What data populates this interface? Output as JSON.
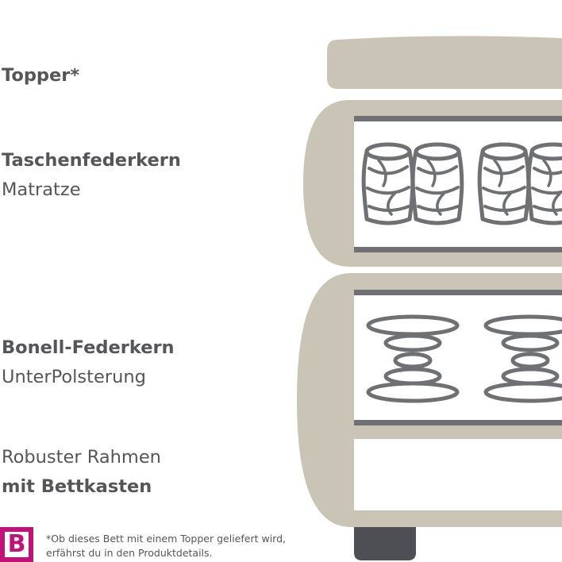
{
  "labels": {
    "topper": "Topper*",
    "taschen_title": "Taschenfederkern",
    "taschen_sub": "Matratze",
    "bonell_title": "Bonell-Federkern",
    "bonell_sub": "UnterPolsterung",
    "rahmen_line1": "Robuster Rahmen",
    "rahmen_line2": "mit Bettkasten"
  },
  "footnote": {
    "line1": "*Ob dieses Bett mit einem Topper geliefert wird,",
    "line2": "erfährst du in den Produktdetails."
  },
  "logo": {
    "letter": "B"
  },
  "colors": {
    "text": "#55565a",
    "frame": "#c9c4b6",
    "spring": "#6f7073",
    "foot": "#4d4f55",
    "logo": "#c2127a"
  },
  "icons": [
    "pocket-spring-icon",
    "bonell-spring-icon",
    "bed-foot-icon",
    "brand-logo-icon"
  ]
}
